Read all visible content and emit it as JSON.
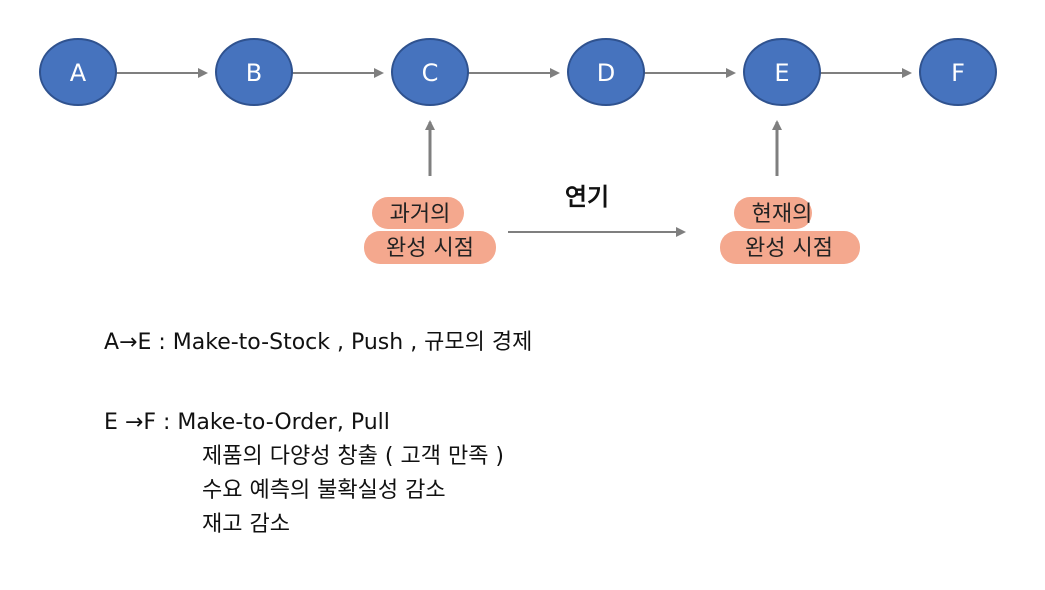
{
  "colors": {
    "node_fill": "#4673be",
    "node_stroke": "#2f528f",
    "arrow": "#7f7f7f",
    "highlight": "#f4a88e"
  },
  "nodes": [
    "A",
    "B",
    "C",
    "D",
    "E",
    "F"
  ],
  "past_label": {
    "line1": "과거의",
    "line2": "완성 시점"
  },
  "delay_label": "연기",
  "present_label": {
    "line1": "현재의",
    "line2": "완성 시점"
  },
  "notes": {
    "push_line": "A→E : Make-to-Stock , Push , 규모의 경제",
    "pull_line": "E →F : Make-to-Order, Pull",
    "pull_details": [
      "제품의 다양성 창출 ( 고객 만족 )",
      "수요 예측의 불확실성 감소",
      "재고 감소"
    ]
  }
}
